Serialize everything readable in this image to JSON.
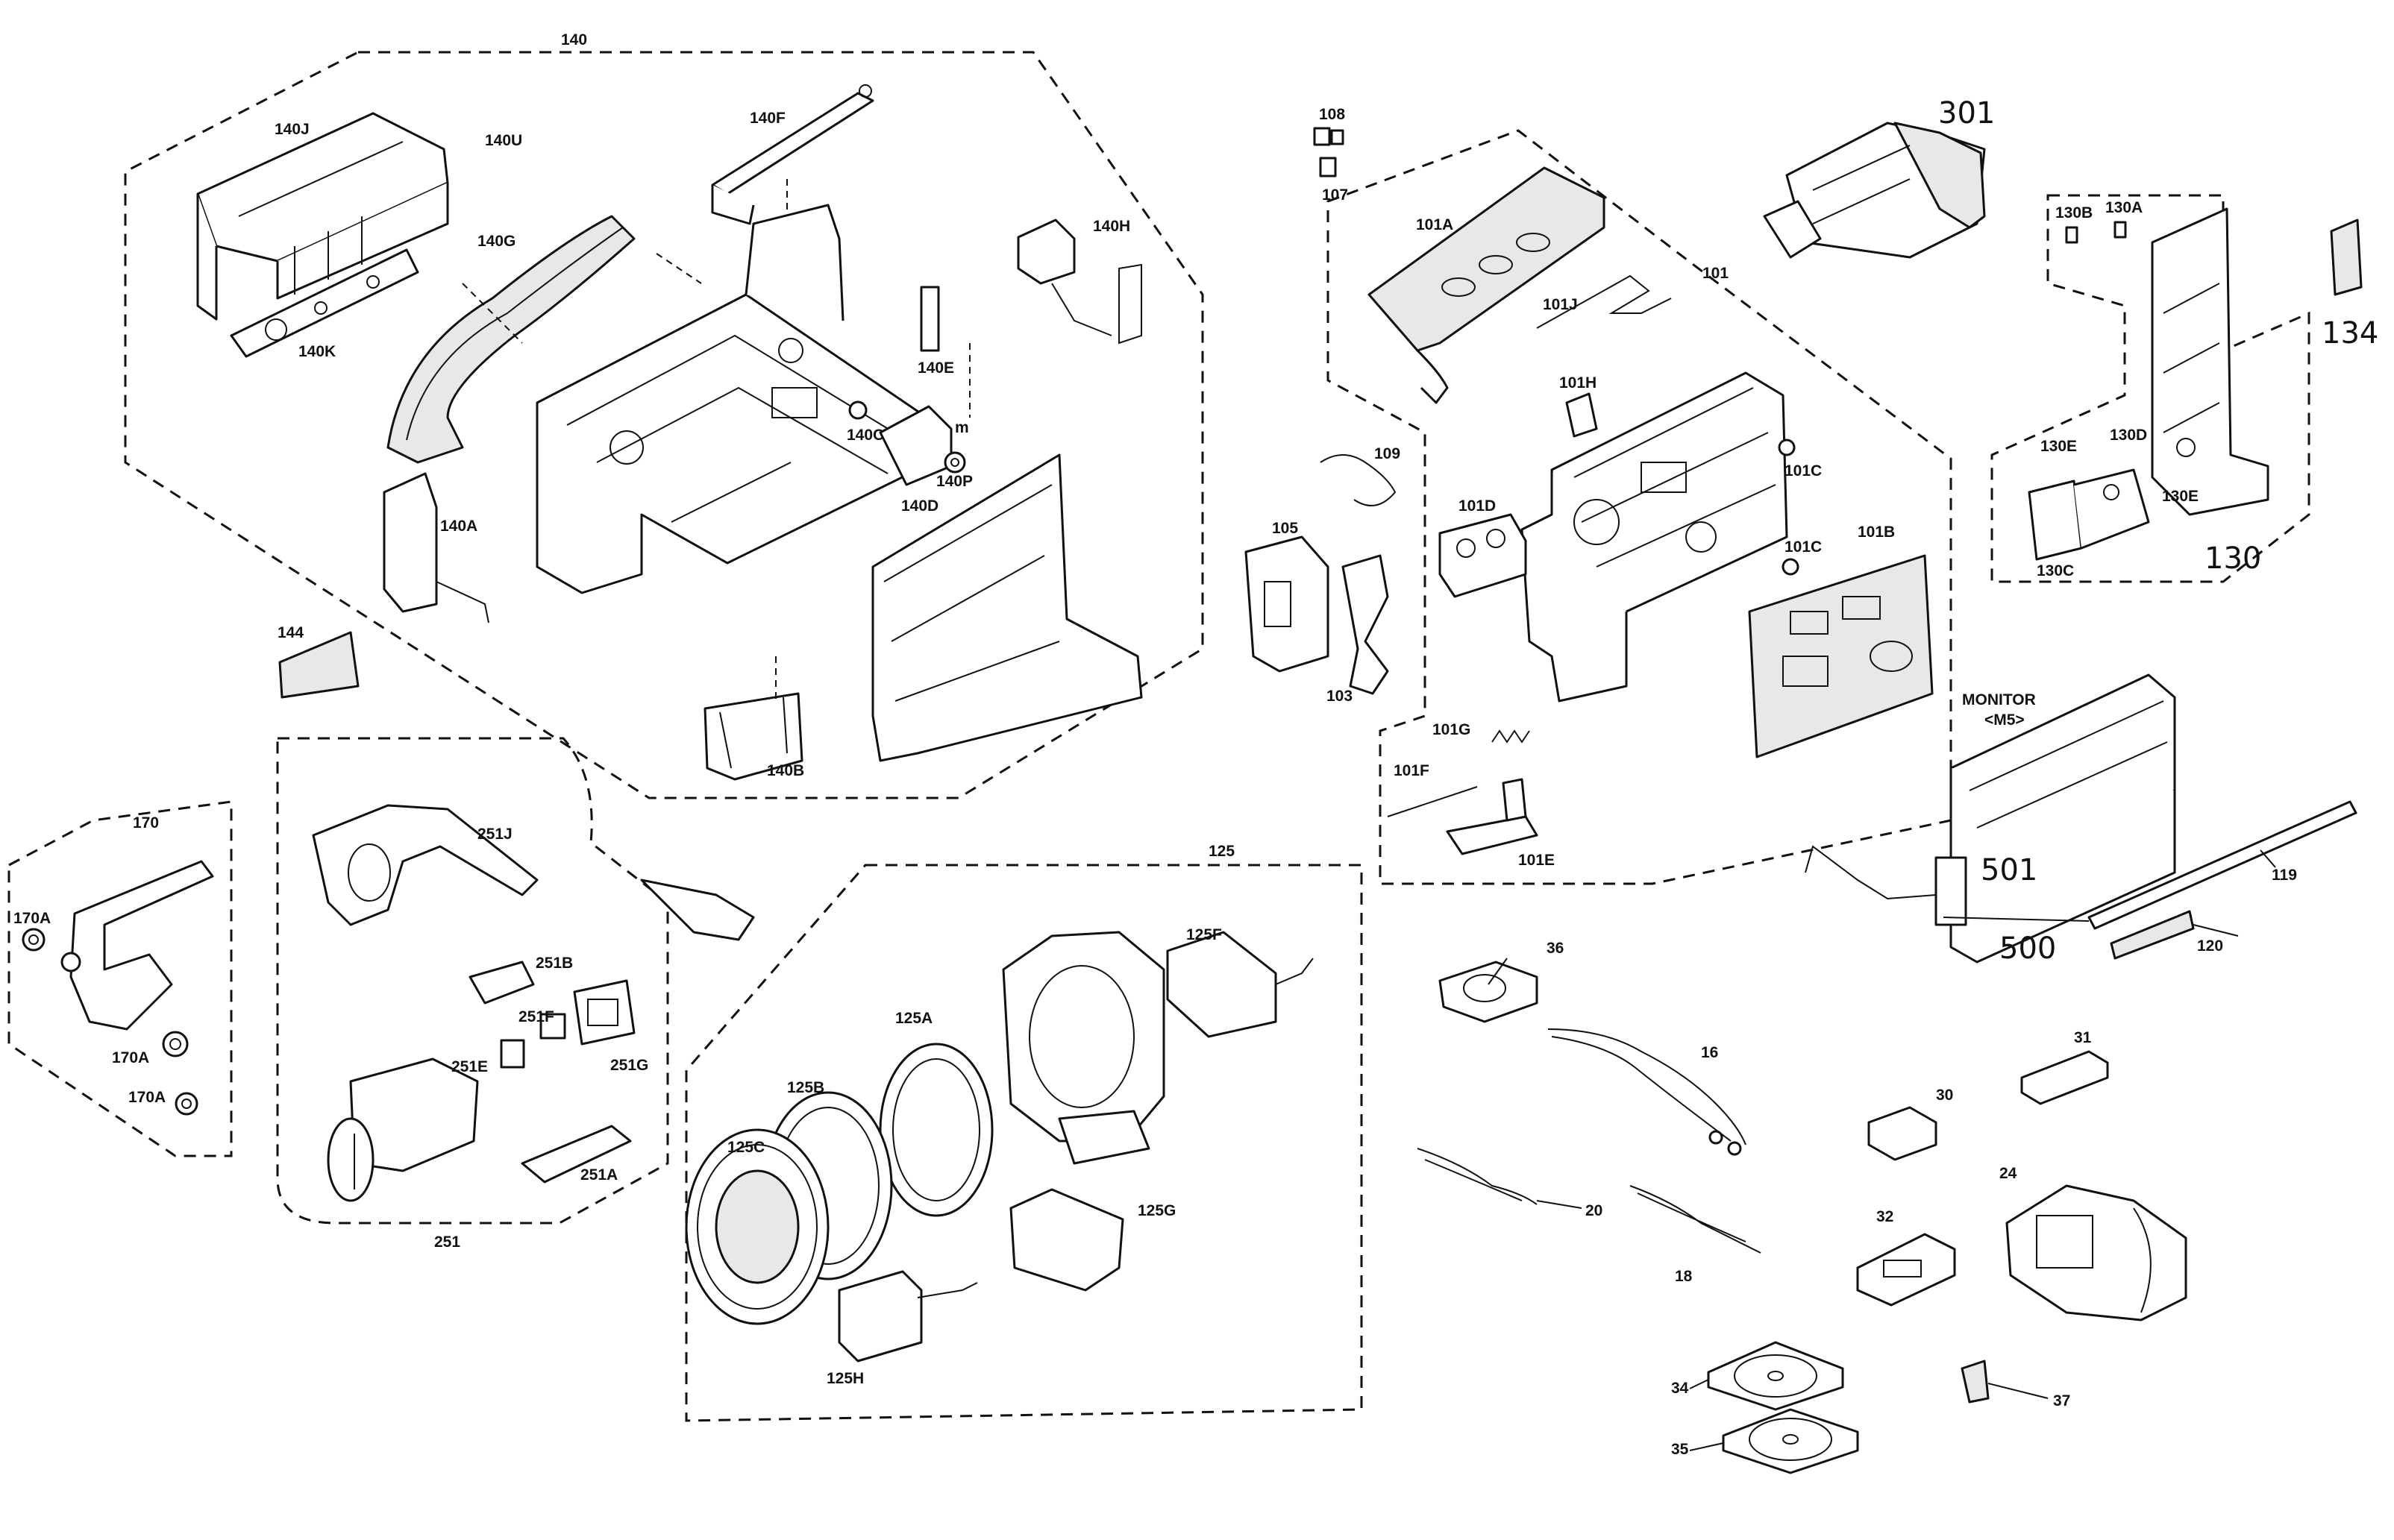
{
  "labels": {
    "g140": "140",
    "p140J": "140J",
    "p140U": "140U",
    "p140F": "140F",
    "p140G": "140G",
    "p140H": "140H",
    "p140K": "140K",
    "p140E": "140E",
    "p140C": "140C",
    "m": "m",
    "p140P": "140P",
    "p140D": "140D",
    "p140A": "140A",
    "p144": "144",
    "p140B": "140B",
    "p108": "108",
    "p107": "107",
    "p101A": "101A",
    "g101": "101",
    "p101J": "101J",
    "p101H": "101H",
    "p101C1": "101C",
    "p101C2": "101C",
    "p101D": "101D",
    "p101B": "101B",
    "p109": "109",
    "p105": "105",
    "p103": "103",
    "p101G": "101G",
    "p101F": "101F",
    "p101E": "101E",
    "p301": "301",
    "p130B": "130B",
    "p130A": "130A",
    "p134": "134",
    "p130E1": "130E",
    "p130D": "130D",
    "p130E2": "130E",
    "p130C": "130C",
    "g130": "130",
    "monitor1": "MONITOR",
    "monitor2": "<M5>",
    "p501": "501",
    "p500": "500",
    "p119": "119",
    "p120": "120",
    "g170": "170",
    "p170A1": "170A",
    "p170A2": "170A",
    "p170A3": "170A",
    "p251J": "251J",
    "p251B": "251B",
    "p251F": "251F",
    "p251E": "251E",
    "p251G": "251G",
    "p251A": "251A",
    "g251": "251",
    "g125": "125",
    "p125F": "125F",
    "p125A": "125A",
    "p125B": "125B",
    "p125C": "125C",
    "p125G": "125G",
    "p125H": "125H",
    "p36": "36",
    "p16": "16",
    "p31": "31",
    "p30": "30",
    "p24": "24",
    "p32": "32",
    "p20": "20",
    "p18": "18",
    "p34": "34",
    "p35": "35",
    "p37": "37"
  }
}
